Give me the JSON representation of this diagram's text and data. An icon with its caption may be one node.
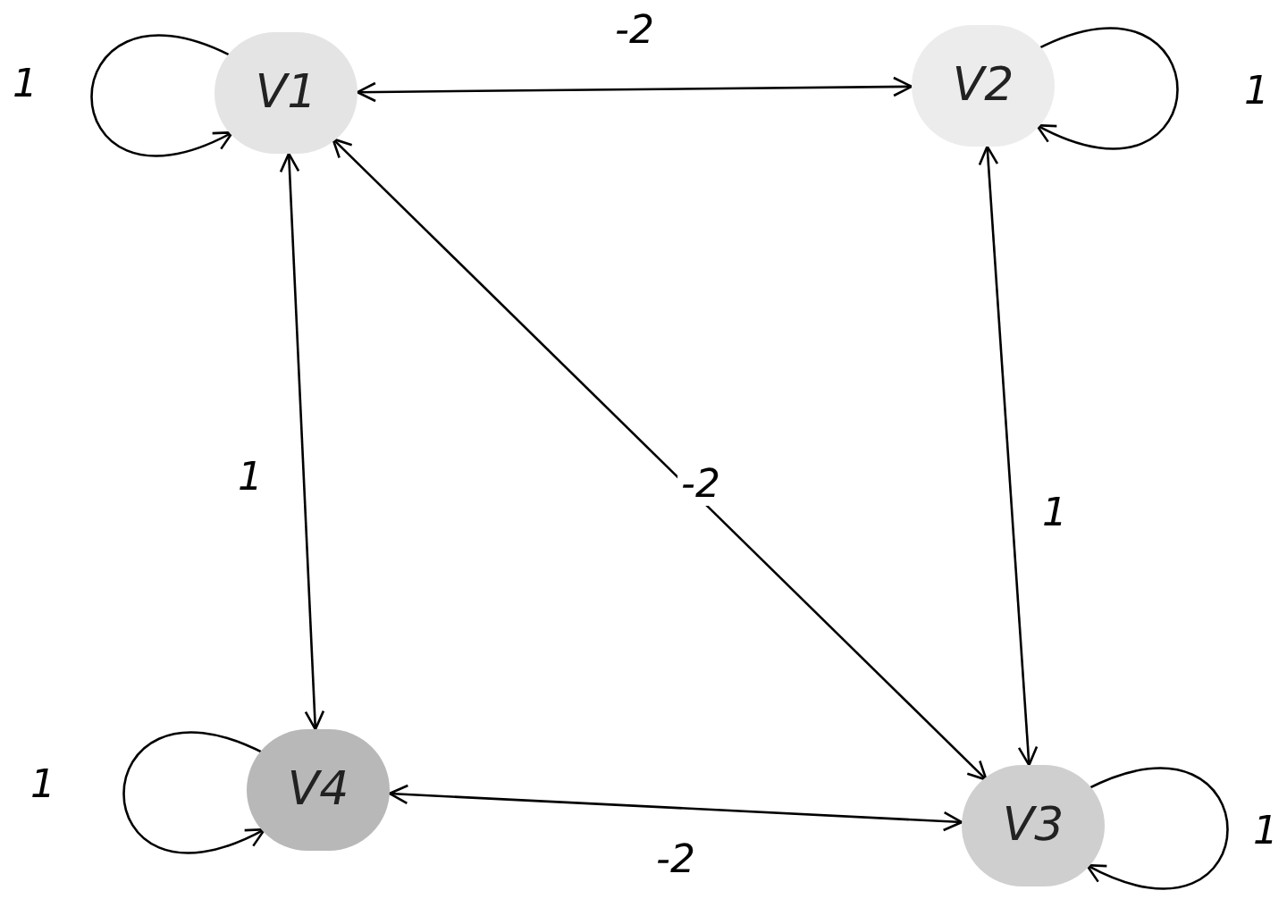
{
  "diagram": {
    "nodes": [
      {
        "text": [
          "V1"
        ]
      },
      {
        "text": [
          "V2"
        ]
      },
      {
        "text": [
          "V3"
        ]
      },
      {
        "text": [
          "V4"
        ]
      }
    ],
    "edges": [
      {
        "from": 0,
        "to": 1,
        "arrow": "both",
        "label": "-2"
      },
      {
        "from": 0,
        "to": 3,
        "arrow": "both",
        "label": "1"
      },
      {
        "from": 0,
        "to": 2,
        "arrow": "both",
        "label": "-2"
      },
      {
        "from": 1,
        "to": 2,
        "arrow": "both",
        "label": "1"
      },
      {
        "from": 3,
        "to": 2,
        "arrow": "both",
        "label": "-2"
      },
      {
        "from": 0,
        "to": 0,
        "arrow": "to",
        "label": "1"
      },
      {
        "from": 1,
        "to": 1,
        "arrow": "to",
        "label": "1"
      },
      {
        "from": 3,
        "to": 3,
        "arrow": "to",
        "label": "1"
      },
      {
        "from": 2,
        "to": 2,
        "arrow": "to",
        "label": "1"
      }
    ]
  }
}
